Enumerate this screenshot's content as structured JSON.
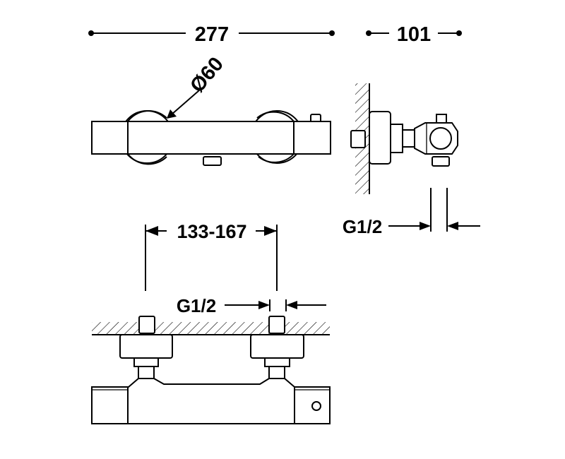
{
  "dimensions": {
    "width_overall": "277",
    "depth_overall": "101",
    "handle_diameter": "Ø60",
    "inlet_spacing": "133-167",
    "inlet_thread_side": "G1/2",
    "inlet_thread_bottom": "G1/2"
  },
  "colors": {
    "line": "#000000",
    "background": "#ffffff"
  }
}
